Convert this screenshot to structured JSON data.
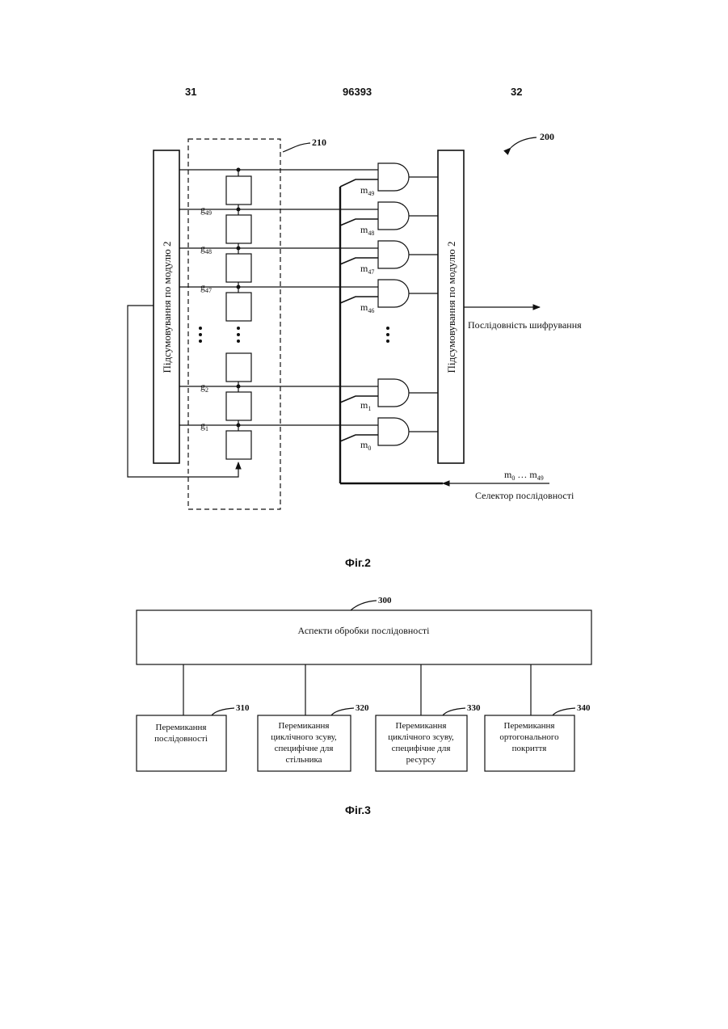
{
  "header": {
    "left": "31",
    "center": "96393",
    "right": "32"
  },
  "fig2": {
    "ref_main": "200",
    "ref_register": "210",
    "left_block": "Підсумовування по модулю 2",
    "right_block": "Підсумовування по модулю 2",
    "output_label": "Послідовність шифрування",
    "selector_label": "Селектор послідовності",
    "taps": [
      {
        "name": "g",
        "sub": "49"
      },
      {
        "name": "g",
        "sub": "48"
      },
      {
        "name": "g",
        "sub": "47"
      },
      {
        "name": "g",
        "sub": "2"
      },
      {
        "name": "g",
        "sub": "1"
      }
    ],
    "masks": [
      {
        "name": "m",
        "sub": "49"
      },
      {
        "name": "m",
        "sub": "48"
      },
      {
        "name": "m",
        "sub": "47"
      },
      {
        "name": "m",
        "sub": "46"
      },
      {
        "name": "m",
        "sub": "1"
      },
      {
        "name": "m",
        "sub": "0"
      }
    ],
    "mask_range": {
      "from": "m",
      "from_sub": "0",
      "ellipsis": " … ",
      "to": "m",
      "to_sub": "49"
    },
    "caption": "Фіг.2"
  },
  "fig3": {
    "ref_main": "300",
    "main_box": "Аспекти обробки послідовності",
    "boxes": [
      {
        "ref": "310",
        "lines": [
          "Перемикання",
          "послідовності"
        ]
      },
      {
        "ref": "320",
        "lines": [
          "Перемикання",
          "циклічного зсуву,",
          "специфічне для",
          "стільника"
        ]
      },
      {
        "ref": "330",
        "lines": [
          "Перемикання",
          "циклічного зсуву,",
          "специфічне для",
          "ресурсу"
        ]
      },
      {
        "ref": "340",
        "lines": [
          "Перемикання",
          "ортогонального",
          "покриття"
        ]
      }
    ],
    "caption": "Фіг.3"
  }
}
